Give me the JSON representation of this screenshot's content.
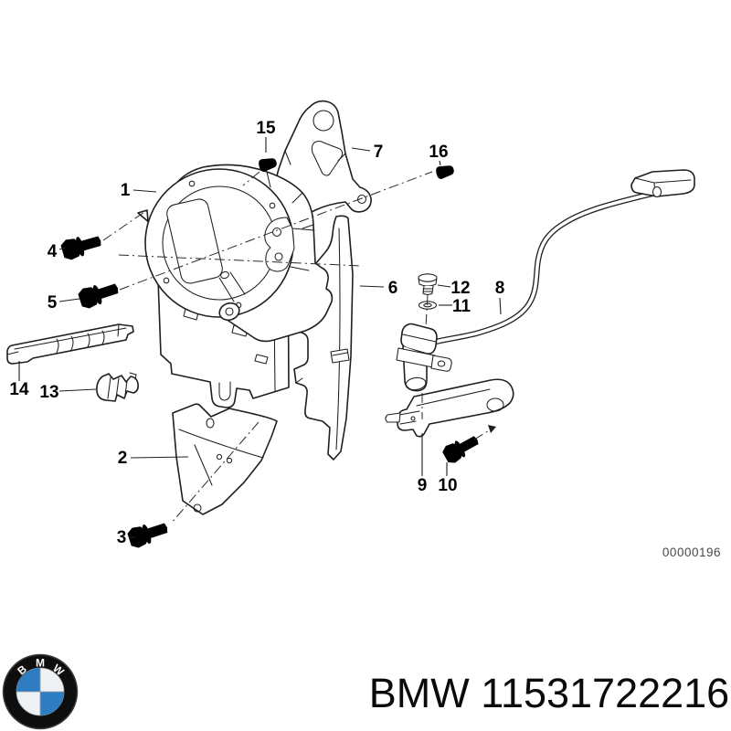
{
  "diagram": {
    "drawing_code": "00000196",
    "callouts": [
      {
        "label": "1"
      },
      {
        "label": "2"
      },
      {
        "label": "3"
      },
      {
        "label": "4"
      },
      {
        "label": "5"
      },
      {
        "label": "6"
      },
      {
        "label": "7"
      },
      {
        "label": "8"
      },
      {
        "label": "9"
      },
      {
        "label": "10"
      },
      {
        "label": "11"
      },
      {
        "label": "12"
      },
      {
        "label": "13"
      },
      {
        "label": "14"
      },
      {
        "label": "15"
      },
      {
        "label": "16"
      }
    ]
  },
  "footer": {
    "part_text": "BMW 11531722216",
    "logo_letters": [
      "B",
      "M",
      "W"
    ],
    "logo_colors": {
      "roundel_black": "#0e0e0e",
      "quadrant_blue": "#2e7cc2",
      "quadrant_white": "#eef1f4"
    }
  }
}
